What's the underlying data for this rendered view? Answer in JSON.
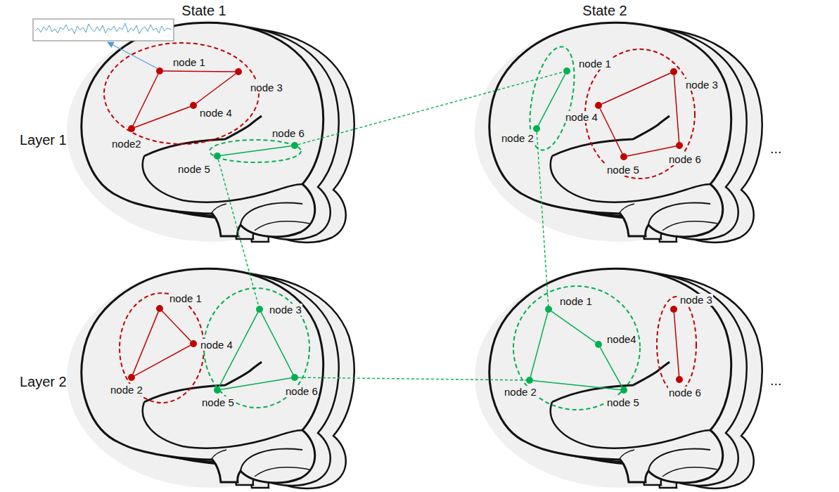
{
  "diagram": {
    "nodes": [
      {
        "text": [
          "node 1"
        ]
      },
      {
        "text": [
          "node2"
        ]
      },
      {
        "text": [
          "node 3"
        ]
      },
      {
        "text": [
          "node 4"
        ]
      },
      {
        "text": [
          "node 5"
        ]
      },
      {
        "text": [
          "node 6"
        ]
      },
      {
        "text": [
          "node 1"
        ]
      },
      {
        "text": [
          "node 2"
        ]
      },
      {
        "text": [
          "node 3"
        ]
      },
      {
        "text": [
          "node 4"
        ]
      },
      {
        "text": [
          "node 5"
        ]
      },
      {
        "text": [
          "node 6"
        ]
      },
      {
        "text": [
          "node 1"
        ]
      },
      {
        "text": [
          "node 2"
        ]
      },
      {
        "text": [
          "node 3"
        ]
      },
      {
        "text": [
          "node 4"
        ]
      },
      {
        "text": [
          "node 5"
        ]
      },
      {
        "text": [
          "node 6"
        ]
      },
      {
        "text": [
          "node 1"
        ]
      },
      {
        "text": [
          "node 2"
        ]
      },
      {
        "text": [
          "node 3"
        ]
      },
      {
        "text": [
          "node4"
        ]
      },
      {
        "text": [
          "node 5"
        ]
      },
      {
        "text": [
          "node 6"
        ]
      }
    ],
    "edges": [
      {
        "from": 0,
        "to": 2,
        "arrow": "none"
      },
      {
        "from": 2,
        "to": 3,
        "arrow": "none"
      },
      {
        "from": 3,
        "to": 1,
        "arrow": "none"
      },
      {
        "from": 1,
        "to": 0,
        "arrow": "none"
      },
      {
        "from": 4,
        "to": 5,
        "arrow": "none"
      },
      {
        "from": 6,
        "to": 7,
        "arrow": "none"
      },
      {
        "from": 9,
        "to": 8,
        "arrow": "none"
      },
      {
        "from": 8,
        "to": 11,
        "arrow": "none"
      },
      {
        "from": 11,
        "to": 10,
        "arrow": "none"
      },
      {
        "from": 10,
        "to": 9,
        "arrow": "none"
      },
      {
        "from": 12,
        "to": 15,
        "arrow": "none"
      },
      {
        "from": 15,
        "to": 13,
        "arrow": "none"
      },
      {
        "from": 13,
        "to": 12,
        "arrow": "none"
      },
      {
        "from": 14,
        "to": 16,
        "arrow": "none"
      },
      {
        "from": 16,
        "to": 17,
        "arrow": "none"
      },
      {
        "from": 17,
        "to": 14,
        "arrow": "none"
      },
      {
        "from": 18,
        "to": 21,
        "arrow": "none"
      },
      {
        "from": 21,
        "to": 22,
        "arrow": "none"
      },
      {
        "from": 22,
        "to": 19,
        "arrow": "none"
      },
      {
        "from": 19,
        "to": 18,
        "arrow": "none"
      },
      {
        "from": 20,
        "to": 23,
        "arrow": "none"
      },
      {
        "from": 5,
        "to": 6,
        "arrow": "none"
      },
      {
        "from": 4,
        "to": 14,
        "arrow": "none"
      },
      {
        "from": 7,
        "to": 18,
        "arrow": "none"
      },
      {
        "from": 17,
        "to": 19,
        "arrow": "none"
      }
    ],
    "labels": [
      "State 1",
      "State 2",
      "Layer 1",
      "Layer 2",
      "...",
      "..."
    ]
  }
}
